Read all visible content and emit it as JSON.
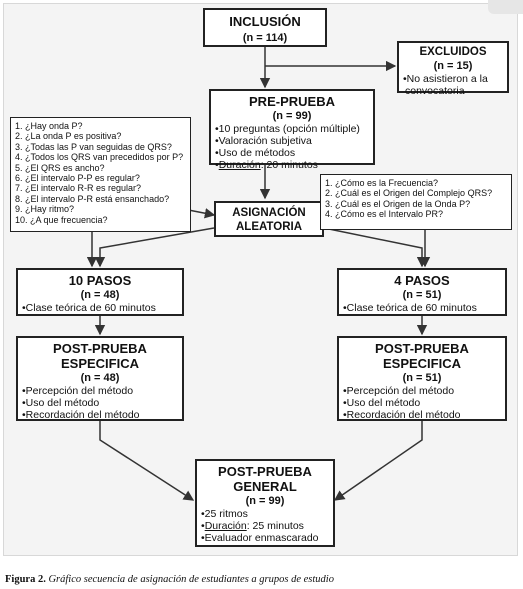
{
  "inclusion": {
    "title": "INCLUSIÓN",
    "count": "(n = 114)"
  },
  "excluded": {
    "title": "EXCLUIDOS",
    "count": "(n = 15)",
    "items": [
      "•No asistieron a la",
      "convocatoria"
    ]
  },
  "pre_test": {
    "title": "PRE-PRUEBA",
    "count": "(n = 99)",
    "items": [
      {
        "text": "•10 preguntas (opción múltiple)"
      },
      {
        "text": "•Valoración subjetiva"
      },
      {
        "text": "•Uso de métodos"
      },
      {
        "prefix": "•",
        "label": "Duración",
        "rest": ": 20 minutos"
      }
    ]
  },
  "random_assignment": {
    "line1": "ASIGNACIÓN",
    "line2": "ALEATORIA"
  },
  "questions_10": [
    "1. ¿Hay onda P?",
    "2. ¿La onda P es positiva?",
    "3. ¿Todas las P van seguidas de QRS?",
    "4. ¿Todos los QRS van precedidos por P?",
    "5. ¿El QRS es ancho?",
    "6. ¿El intervalo P-P es regular?",
    "7. ¿El intervalo R-R es regular?",
    "8. ¿El intervalo P-R está ensanchado?",
    "9. ¿Hay ritmo?",
    "10. ¿A que frecuencia?"
  ],
  "questions_4": [
    "1. ¿Cómo es la Frecuencia?",
    "2. ¿Cuál es el Origen del Complejo QRS?",
    "3. ¿Cuál es el Origen de la Onda P?",
    "4. ¿Cómo es el Intervalo PR?"
  ],
  "steps_10": {
    "title": "10 PASOS",
    "count": "(n = 48)",
    "item": "•Clase teórica de 60 minutos"
  },
  "steps_4": {
    "title": "4 PASOS",
    "count": "(n = 51)",
    "item": "•Clase teórica de 60 minutos"
  },
  "post_specific_left": {
    "title1": "POST-PRUEBA",
    "title2": "ESPECIFICA",
    "count": "(n = 48)",
    "items": [
      "•Percepción del método",
      "•Uso del método",
      "•Recordación del método"
    ]
  },
  "post_specific_right": {
    "title1": "POST-PRUEBA",
    "title2": "ESPECIFICA",
    "count": "(n = 51)",
    "items": [
      "•Percepción del método",
      "•Uso del método",
      "•Recordación del método"
    ]
  },
  "post_general": {
    "title1": "POST-PRUEBA",
    "title2": "GENERAL",
    "count": "(n = 99)",
    "items": [
      {
        "text": "•25 ritmos"
      },
      {
        "prefix": "•",
        "label": "Duración",
        "rest": ": 25 minutos"
      },
      {
        "text": "•Evaluador enmascarado"
      }
    ]
  },
  "caption": {
    "figure": "Figura 2.",
    "text": "Gráfico secuencia de asignación de estudiantes a grupos de estudio"
  }
}
